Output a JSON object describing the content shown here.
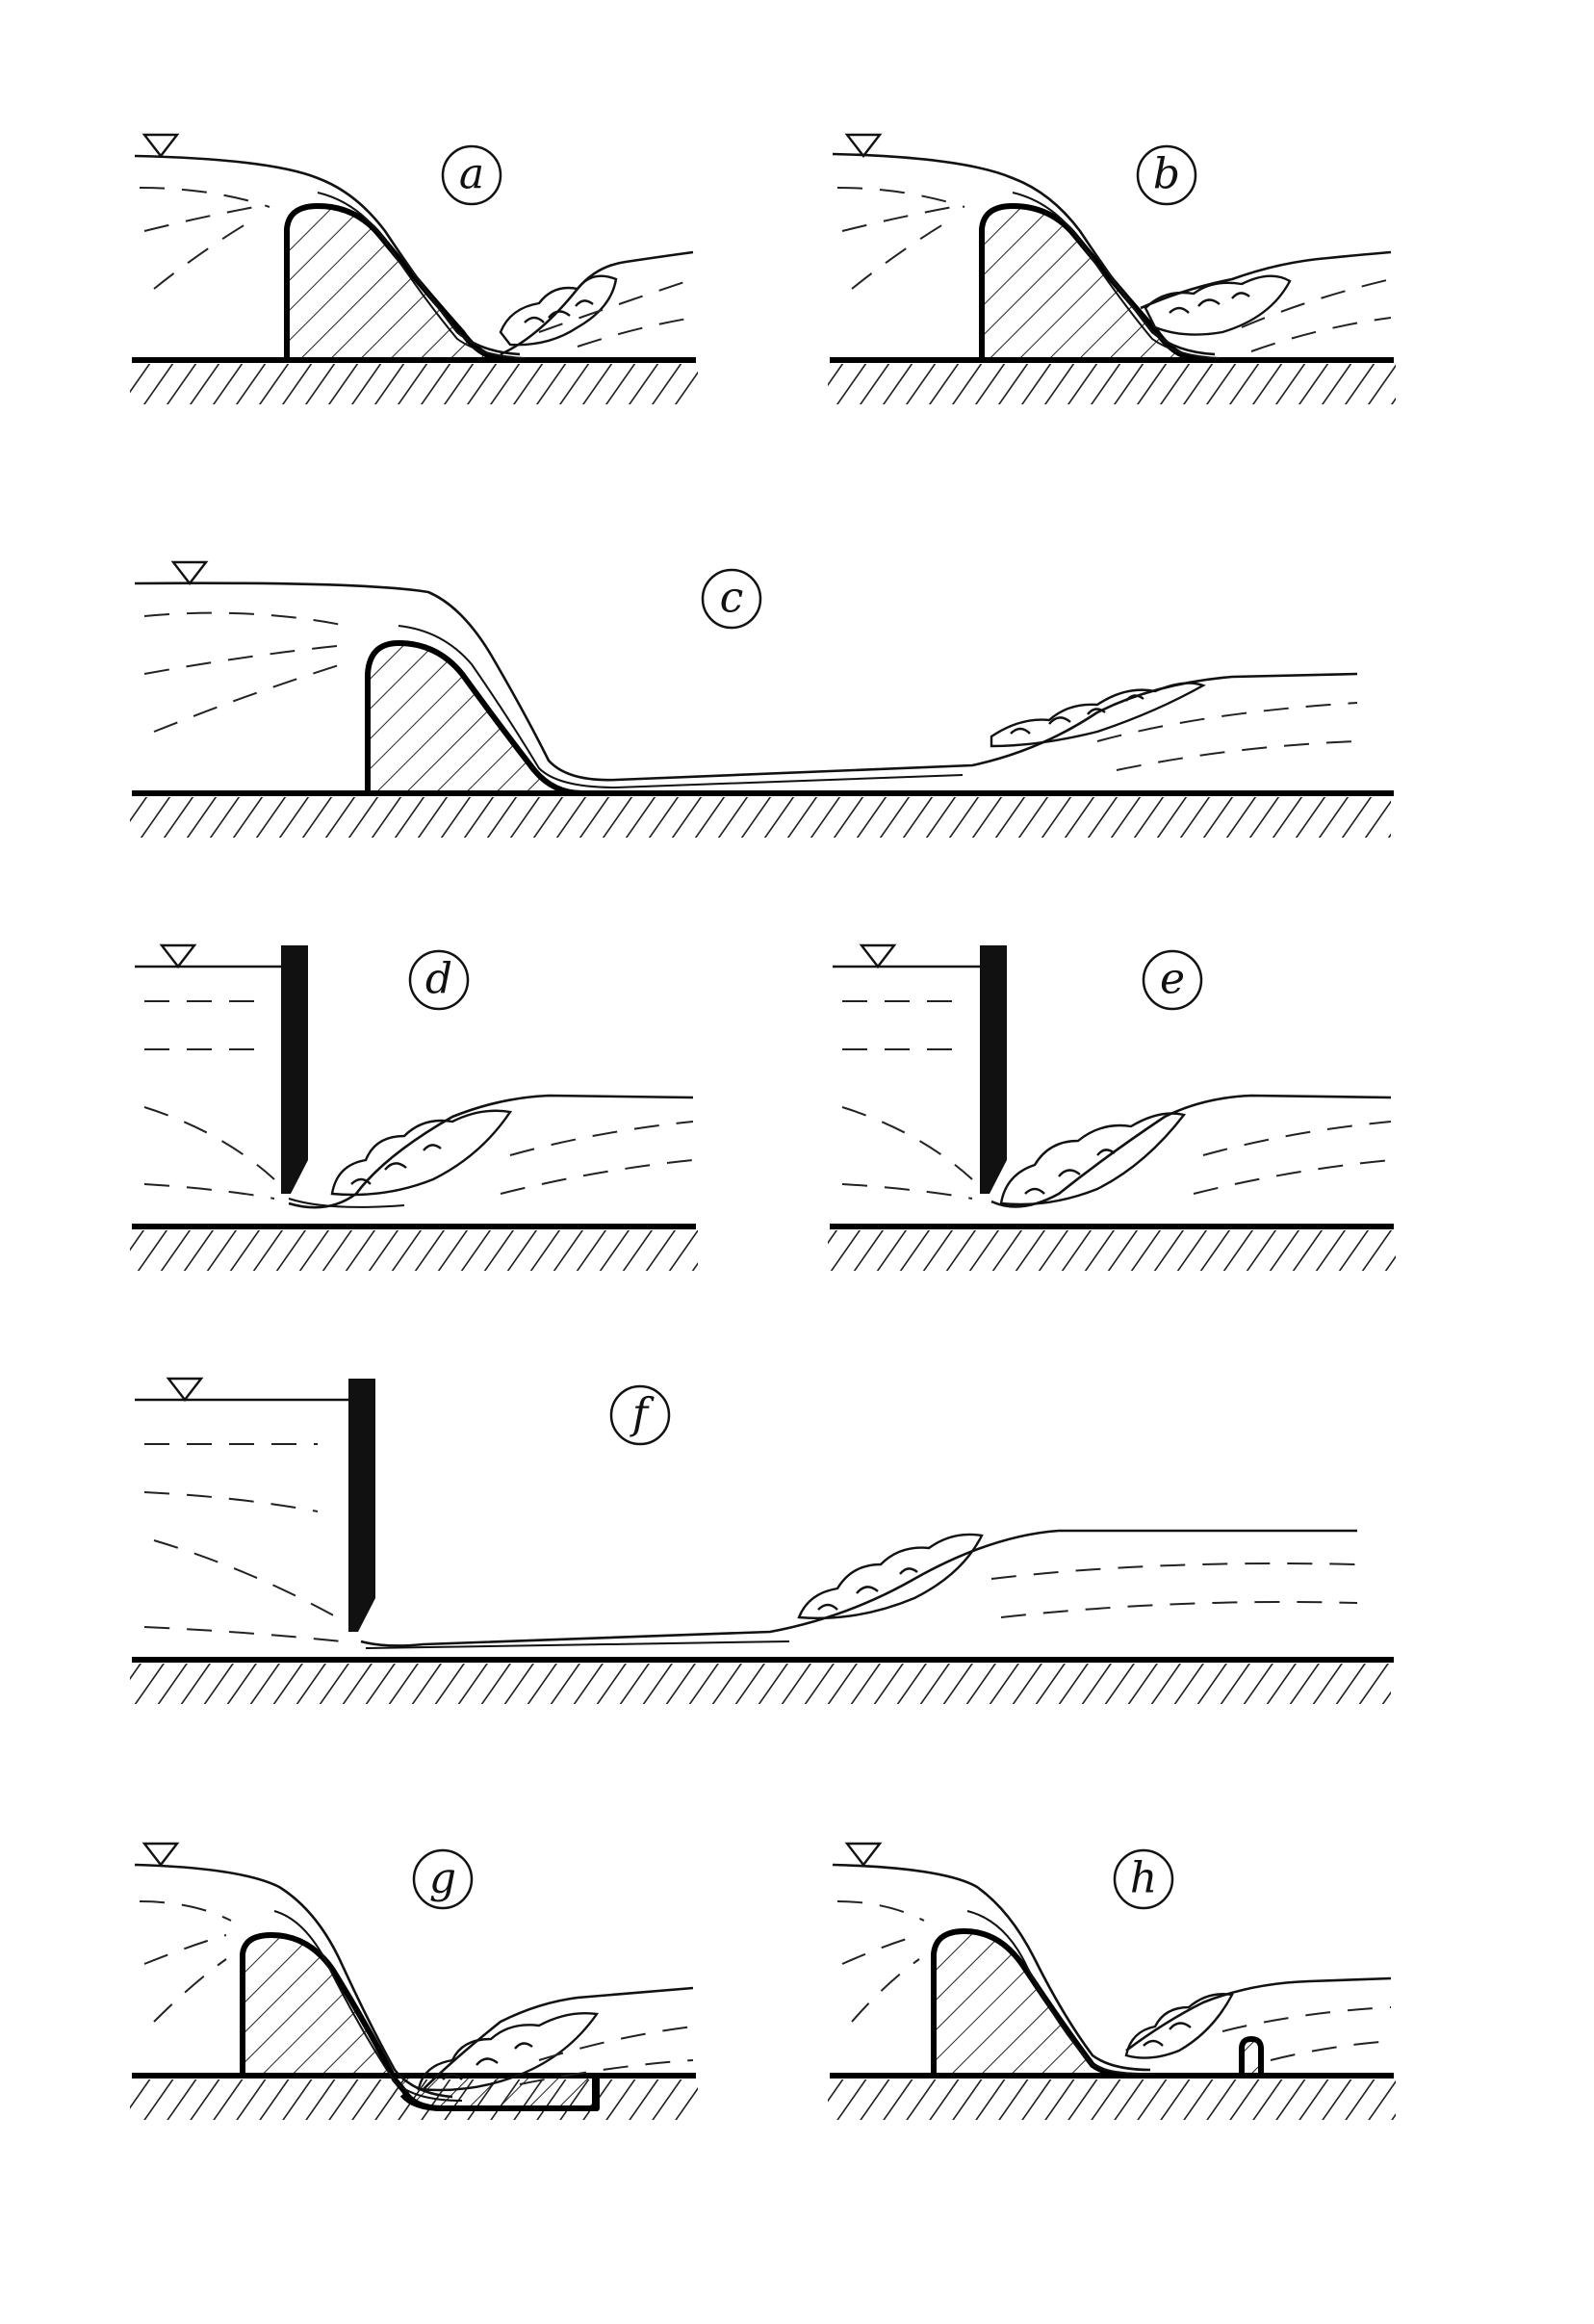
{
  "panels": [
    {
      "id": "a",
      "label": "a"
    },
    {
      "id": "b",
      "label": "b"
    },
    {
      "id": "c",
      "label": "c"
    },
    {
      "id": "d",
      "label": "d"
    },
    {
      "id": "e",
      "label": "e"
    },
    {
      "id": "f",
      "label": "f"
    },
    {
      "id": "g",
      "label": "g"
    },
    {
      "id": "h",
      "label": "h"
    }
  ]
}
